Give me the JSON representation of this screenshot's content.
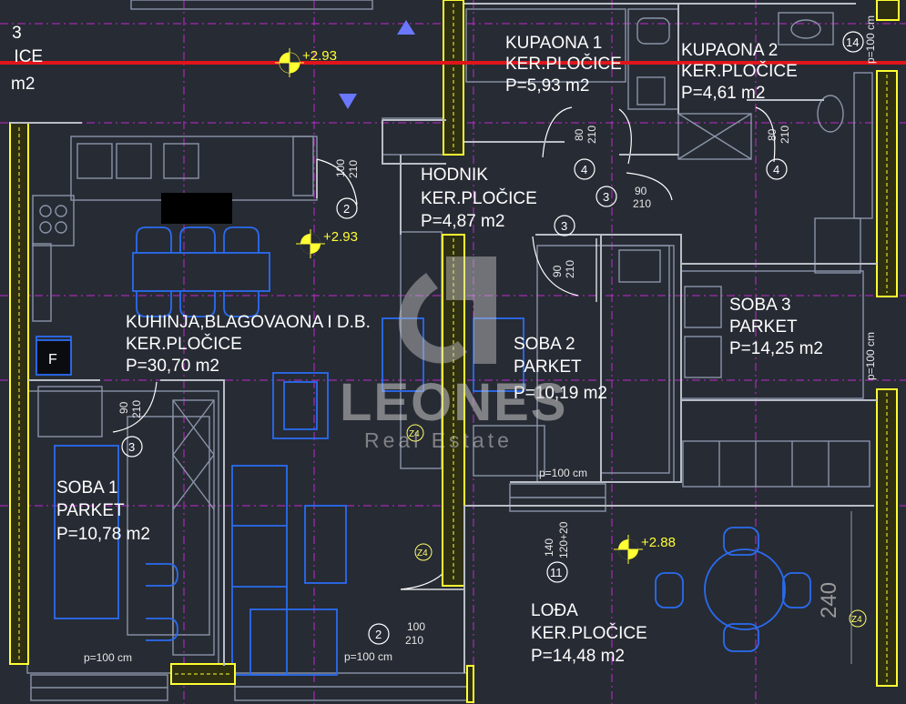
{
  "rooms": [
    {
      "name": "  3",
      "material": "   ICE",
      "area": "m2"
    },
    {
      "name": "KUPAONA 1",
      "material": "KER.PLOČICE",
      "area": "P=5,93 m2"
    },
    {
      "name": "KUPAONA 2",
      "material": "KER.PLOČICE",
      "area": "P=4,61 m2"
    },
    {
      "name": "HODNIK",
      "material": "KER.PLOČICE",
      "area": "P=4,87 m2"
    },
    {
      "name": "KUHINJA,BLAGOVAONA I D.B.",
      "material": "KER.PLOČICE",
      "area": "P=30,70 m2"
    },
    {
      "name": "SOBA 2",
      "material": "PARKET",
      "area": "P=10,19 m2"
    },
    {
      "name": "SOBA 3",
      "material": "PARKET",
      "area": "P=14,25 m2"
    },
    {
      "name": "SOBA 1",
      "material": "PARKET",
      "area": "P=10,78 m2"
    },
    {
      "name": "LOĐA",
      "material": "KER.PLOČICE",
      "area": "P=14,48 m2"
    }
  ],
  "levels": [
    "+2.93",
    "+2.93",
    "+2.88"
  ],
  "door_dims": [
    {
      "w": "80",
      "h": "210"
    },
    {
      "w": "80",
      "h": "210"
    },
    {
      "w": "100",
      "h": "210"
    },
    {
      "w": "90",
      "h": "210"
    },
    {
      "w": "90",
      "h": "210"
    },
    {
      "w": "90",
      "h": "210"
    },
    {
      "w": "100",
      "h": "210"
    },
    {
      "w": "140",
      "h": "120+20"
    }
  ],
  "window_labels": [
    "p=100 cm",
    "p=100 cm",
    "p=100 cm",
    "p=100 cm",
    "p=100 cm"
  ],
  "tags": [
    "2",
    "4",
    "4",
    "3",
    "3",
    "3",
    "2",
    "11",
    "14"
  ],
  "z_tags": [
    "Z4",
    "Z4",
    "Z4"
  ],
  "dimension_240": "240",
  "fridge_label": "F",
  "watermark": {
    "brand": "LEONES",
    "sub": "Real Estate"
  },
  "colors": {
    "background": "#272b34",
    "wall": "#ffff33",
    "furniture": "#2a6cf0",
    "grid": "#c02ad0",
    "fixture": "#8a95a8",
    "redline": "#e0151b"
  }
}
